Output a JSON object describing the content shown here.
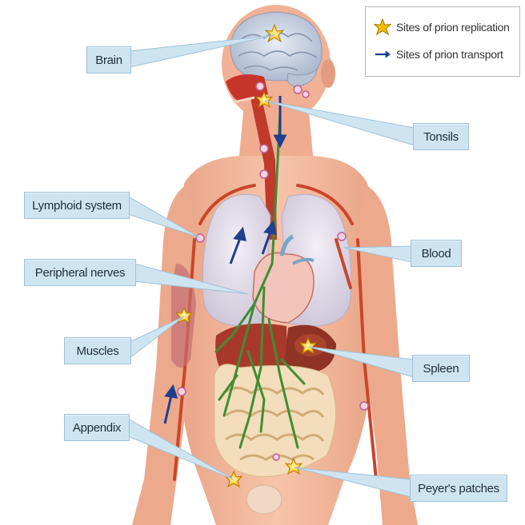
{
  "legend": {
    "replication_label": "Sites of prion replication",
    "transport_label": "Sites of prion transport",
    "replication_icon": "starburst-icon",
    "transport_icon": "arrow-right-icon"
  },
  "labels": {
    "brain": "Brain",
    "tonsils": "Tonsils",
    "lymphoid_system": "Lymphoid system",
    "blood": "Blood",
    "peripheral_nerves": "Peripheral nerves",
    "muscles": "Muscles",
    "spleen": "Spleen",
    "appendix": "Appendix",
    "peyers_patches": "Peyer's patches"
  },
  "colors": {
    "label_fill": "#cfe4f1",
    "skin": "#f3b79a",
    "vessel": "#c94a2a",
    "nerve": "#3f8f3a",
    "arrow": "#1f3f8f",
    "replication_site": "#f2c200"
  }
}
